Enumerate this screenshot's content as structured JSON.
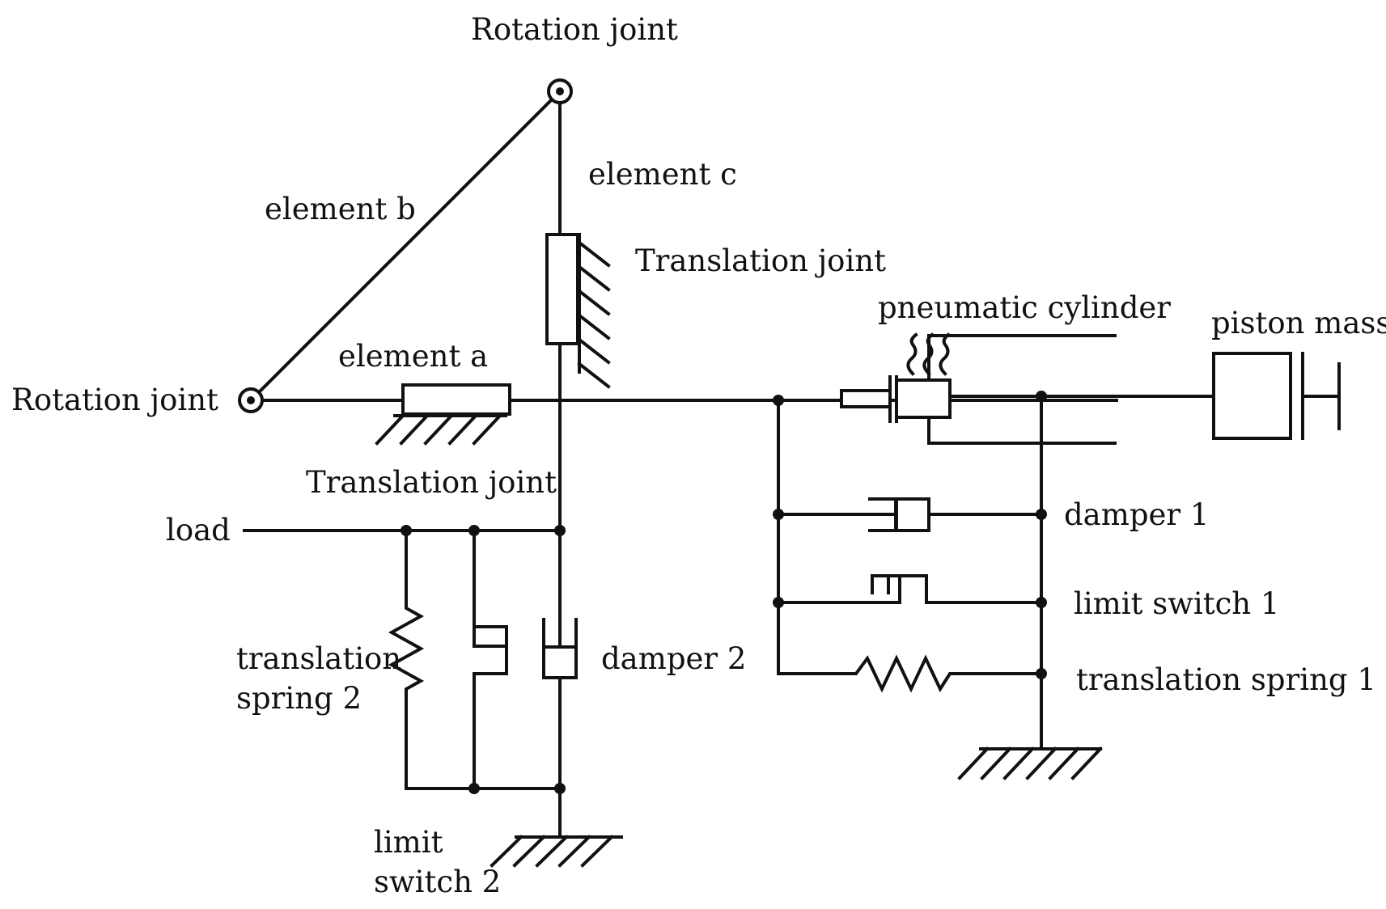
{
  "labels": {
    "rotation_joint_top": "Rotation joint",
    "element_c": "element c",
    "element_b": "element b",
    "translation_joint_vertical": "Translation joint",
    "element_a": "element a",
    "rotation_joint_left": "Rotation joint",
    "translation_joint_horizontal": "Translation joint",
    "load": "load",
    "translation_spring_2_line1": "translation",
    "translation_spring_2_line2": "spring 2",
    "damper_2": "damper 2",
    "limit_switch_2_line1": "limit",
    "limit_switch_2_line2": "switch 2",
    "pneumatic_cylinder": "pneumatic cylinder",
    "piston_mass": "piston mass",
    "damper_1": "damper 1",
    "limit_switch_1": "limit switch 1",
    "translation_spring_1": "translation spring 1"
  },
  "colors": {
    "line": "#111111",
    "background": "#ffffff"
  }
}
